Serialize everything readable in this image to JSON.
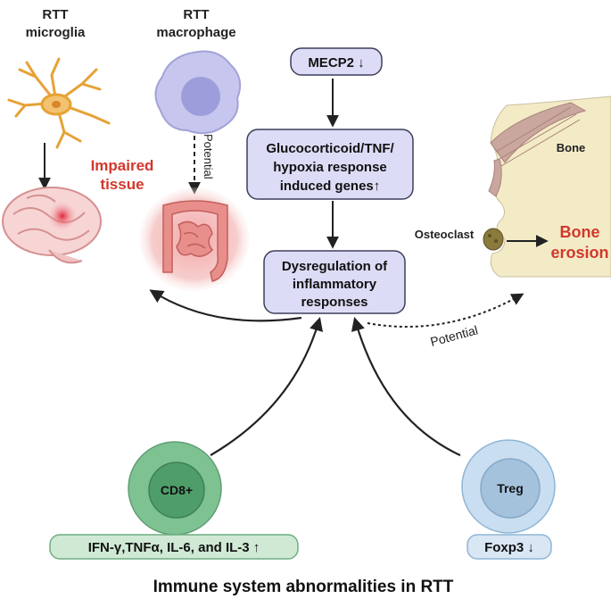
{
  "labels": {
    "microglia_line1": "RTT",
    "microglia_line2": "microglia",
    "macrophage_line1": "RTT",
    "macrophage_line2": "macrophage",
    "potential_vertical": "Potential",
    "impaired_line1": "Impaired",
    "impaired_line2": "tissue",
    "bone": "Bone",
    "osteoclast": "Osteoclast",
    "bone_erosion_line1": "Bone",
    "bone_erosion_line2": "erosion",
    "potential_curve": "Potential",
    "title": "Immune system abnormalities in RTT"
  },
  "boxes": {
    "mecp2": "MECP2 ↓",
    "genes_line1": "Glucocorticoid/TNF/",
    "genes_line2": "hypoxia response",
    "genes_line3": "induced genes↑",
    "dysreg_line1": "Dysregulation of",
    "dysreg_line2": "inflammatory",
    "dysreg_line3": "responses"
  },
  "cells": {
    "cd8": "CD8+",
    "cd8_markers": "IFN-γ,TNFα, IL-6, and IL-3 ↑",
    "treg": "Treg",
    "treg_markers": "Foxp3 ↓"
  },
  "colors": {
    "box_fill": "#dcdcf6",
    "box_stroke": "#3f3f5c",
    "impaired_red": "#d2382c",
    "cd8_outer": "#7fc292",
    "cd8_inner": "#4f9e6a",
    "treg_outer": "#c9def0",
    "treg_inner": "#a4c2dc",
    "marker_green_fill": "#cfe9d5",
    "marker_blue_fill": "#d9e6f3",
    "bone_fill": "#f3ebc6",
    "muscle": "#c9a79f"
  }
}
